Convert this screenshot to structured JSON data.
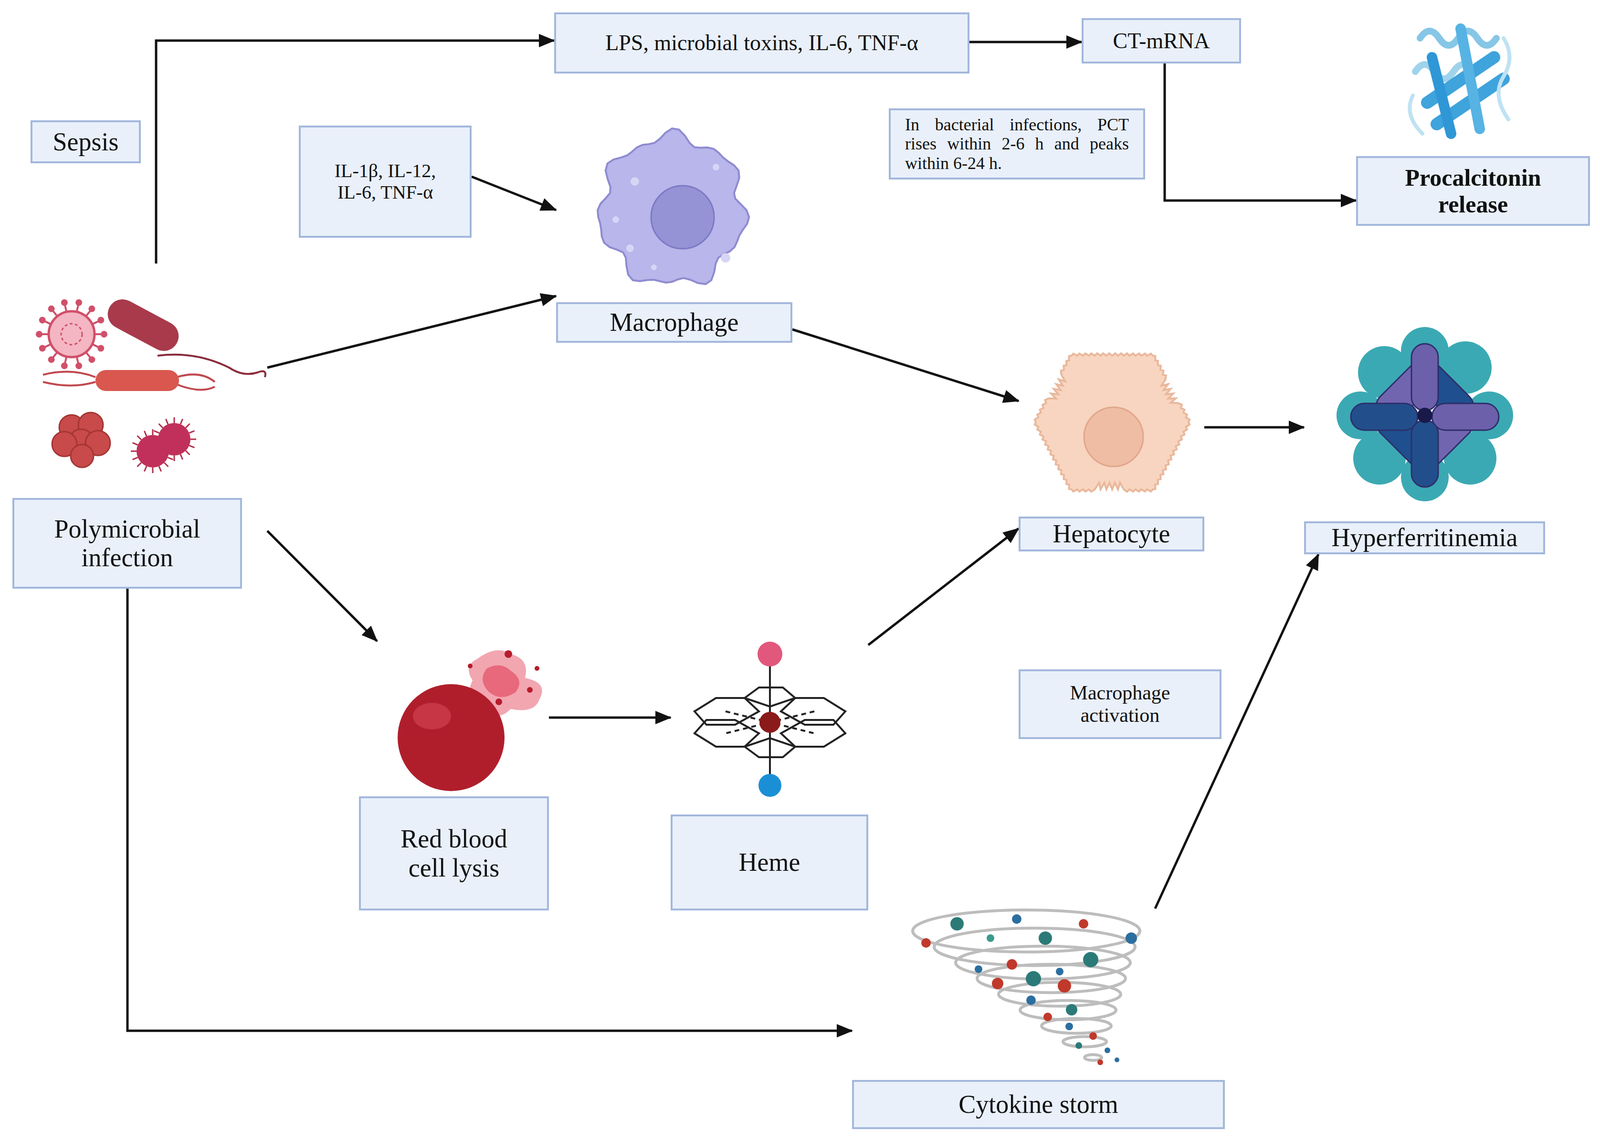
{
  "diagram": {
    "nodes": [
      {
        "text": [
          "LPS, microbial toxins, IL-6, TNF-α"
        ]
      },
      {
        "text": [
          "CT-mRNA"
        ]
      },
      {
        "text": [
          "Sepsis"
        ]
      },
      {
        "text": [
          "In bacterial infections, PCT rises within 2-6 h and peaks within 6-24 h."
        ]
      },
      {
        "text": [
          "Procalcitonin release"
        ]
      },
      {
        "text": [
          "IL-1β, IL-12, IL-6, TNF-α"
        ]
      },
      {
        "text": [
          "Macrophage"
        ]
      },
      {
        "text": [
          "Polymicrobial infection"
        ]
      },
      {
        "text": [
          "Hepatocyte"
        ]
      },
      {
        "text": [
          "Hyperferritinemia"
        ]
      },
      {
        "text": [
          "Macrophage activation"
        ]
      },
      {
        "text": [
          "Red blood cell lysis"
        ]
      },
      {
        "text": [
          "Heme"
        ]
      },
      {
        "text": [
          "Cytokine storm"
        ]
      }
    ],
    "edges": [
      {
        "from": 7,
        "to": 0,
        "arrow": "to"
      },
      {
        "from": 0,
        "to": 1,
        "arrow": "to"
      },
      {
        "from": 1,
        "to": 4,
        "arrow": "to"
      },
      {
        "from": 5,
        "to": 6,
        "arrow": "to"
      },
      {
        "from": 7,
        "to": 6,
        "arrow": "to"
      },
      {
        "from": 6,
        "to": 8,
        "arrow": "to"
      },
      {
        "from": 8,
        "to": 9,
        "arrow": "to"
      },
      {
        "from": 7,
        "to": 11,
        "arrow": "to"
      },
      {
        "from": 11,
        "to": 12,
        "arrow": "to"
      },
      {
        "from": 12,
        "to": 8,
        "arrow": "to"
      },
      {
        "from": 7,
        "to": 13,
        "arrow": "to"
      },
      {
        "from": 13,
        "to": 9,
        "arrow": "to"
      }
    ]
  }
}
